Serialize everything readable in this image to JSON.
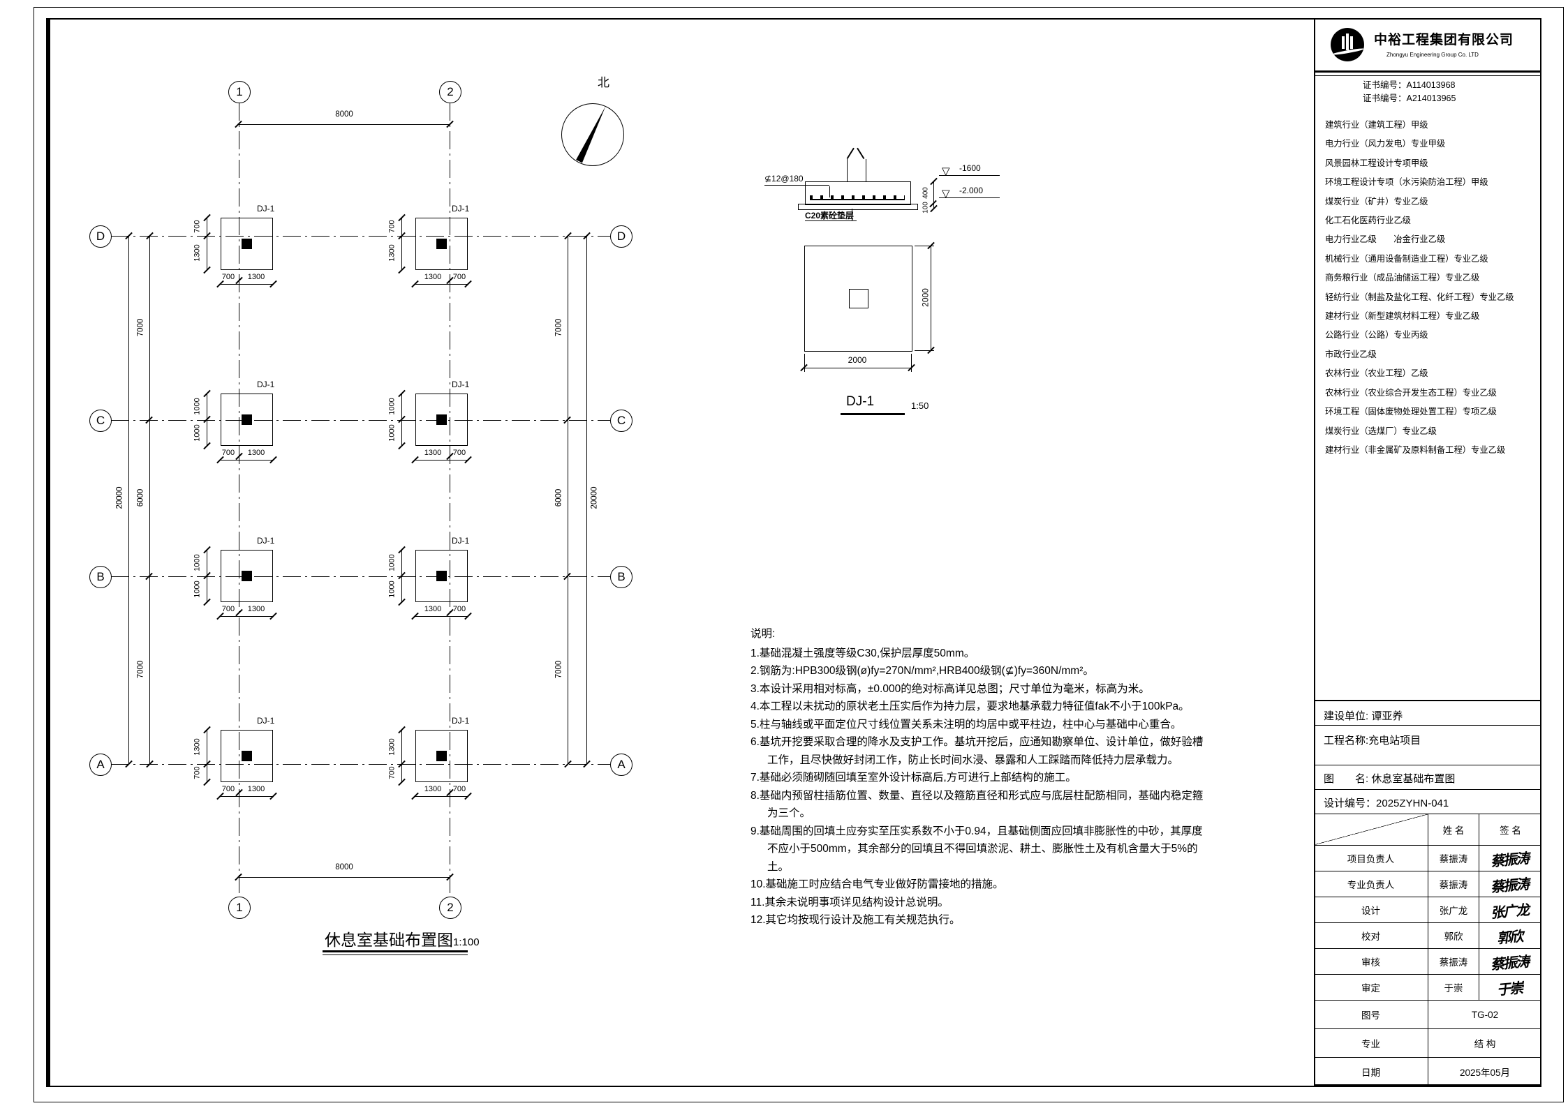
{
  "plan": {
    "title": "休息室基础布置图",
    "scale": "1:100",
    "cols": [
      "1",
      "2"
    ],
    "rows": [
      "D",
      "C",
      "B",
      "A"
    ],
    "dim_top": "8000",
    "dim_bottom": "8000",
    "left_chain": [
      "7000",
      "6000",
      "7000"
    ],
    "left_total": "20000",
    "right_chain": [
      "7000",
      "6000",
      "7000"
    ],
    "right_total": "20000",
    "north_label": "北",
    "footings": [
      {
        "label": "DJ-1",
        "h": [
          "700",
          "1300"
        ],
        "v": [
          "700",
          "1300"
        ]
      },
      {
        "label": "DJ-1",
        "h": [
          "1300",
          "700"
        ],
        "v": [
          "700",
          "1300"
        ]
      },
      {
        "label": "DJ-1",
        "h": [
          "700",
          "1300"
        ],
        "v": [
          "1000",
          "1000"
        ]
      },
      {
        "label": "DJ-1",
        "h": [
          "1300",
          "700"
        ],
        "v": [
          "1000",
          "1000"
        ]
      },
      {
        "label": "DJ-1",
        "h": [
          "700",
          "1300"
        ],
        "v": [
          "1000",
          "1000"
        ]
      },
      {
        "label": "DJ-1",
        "h": [
          "1300",
          "700"
        ],
        "v": [
          "1000",
          "1000"
        ]
      },
      {
        "label": "DJ-1",
        "h": [
          "700",
          "1300"
        ],
        "v": [
          "1300",
          "700"
        ]
      },
      {
        "label": "DJ-1",
        "h": [
          "1300",
          "700"
        ],
        "v": [
          "1300",
          "700"
        ]
      }
    ]
  },
  "section": {
    "rebar_label": "⊈12@180",
    "cushion_label": "C20素砼垫层",
    "level_top": "-1600",
    "level_bottom": "-2.000",
    "dim_400": "400",
    "dim_100": "100"
  },
  "detail": {
    "title": "DJ-1",
    "scale": "1:50",
    "dim_w": "2000",
    "dim_h": "2000"
  },
  "notes": {
    "heading": "说明:",
    "items": [
      "1.基础混凝土强度等级C30,保护层厚度50mm。",
      "2.钢筋为:HPB300级钢(ø)fy=270N/mm²,HRB400级钢(⊈)fy=360N/mm²。",
      "3.本设计采用相对标高，±0.000的绝对标高详见总图；尺寸单位为毫米，标高为米。",
      "4.本工程以未扰动的原状老土压实后作为持力层，要求地基承载力特征值fak不小于100kPa。",
      "5.柱与轴线或平面定位尺寸线位置关系未注明的均居中或平柱边，柱中心与基础中心重合。",
      "6.基坑开挖要采取合理的降水及支护工作。基坑开挖后，应通知勘察单位、设计单位，做好验槽工作，且尽快做好封闭工作，防止长时间水浸、暴露和人工踩踏而降低持力层承载力。",
      "7.基础必须随砌随回填至室外设计标高后,方可进行上部结构的施工。",
      "8.基础内预留柱插筋位置、数量、直径以及箍筋直径和形式应与底层柱配筋相同，基础内稳定箍为三个。",
      "9.基础周围的回填土应夯实至压实系数不小于0.94，且基础侧面应回填非膨胀性的中砂，其厚度不应小于500mm，其余部分的回填且不得回填淤泥、耕土、膨胀性土及有机含量大于5%的土。",
      "10.基础施工时应结合电气专业做好防雷接地的措施。",
      "11.其余未说明事项详见结构设计总说明。",
      "12.其它均按现行设计及施工有关规范执行。"
    ]
  },
  "titleblock": {
    "company": "中裕工程集团有限公司",
    "company_en": "Zhongyu Engineering Group Co. LTD",
    "certs": [
      {
        "label": "证书编号：",
        "value": "A114013968"
      },
      {
        "label": "证书编号：",
        "value": "A214013965"
      }
    ],
    "qualifications": [
      "建筑行业（建筑工程）甲级",
      "电力行业（风力发电）专业甲级",
      "风景园林工程设计专项甲级",
      "环境工程设计专项（水污染防治工程）甲级",
      "煤炭行业（矿井）专业乙级",
      "化工石化医药行业乙级",
      "电力行业乙级　　冶金行业乙级",
      "机械行业（通用设备制造业工程）专业乙级",
      "商务粮行业（成品油储运工程）专业乙级",
      "轻纺行业（制盐及盐化工程、化纤工程）专业乙级",
      "建材行业（新型建筑材料工程）专业乙级",
      "公路行业（公路）专业丙级",
      "市政行业乙级",
      "农林行业（农业工程）乙级",
      "农林行业（农业综合开发生态工程）专业乙级",
      "环境工程（固体废物处理处置工程）专项乙级",
      "煤炭行业（选煤厂）专业乙级",
      "建材行业（非金属矿及原料制备工程）专业乙级"
    ],
    "project": {
      "owner_label": "建设单位: ",
      "owner": "谭亚养",
      "name_label": "工程名称:",
      "name": "充电站项目",
      "drawing_label": "图　　名: ",
      "drawing": "休息室基础布置图",
      "design_no_label": "设计编号：",
      "design_no": "2025ZYHN-041"
    },
    "table": {
      "col_name": "姓  名",
      "col_sign": "签  名",
      "rows": [
        {
          "role": "项目负责人",
          "name": "蔡振涛",
          "sign": "蔡振涛"
        },
        {
          "role": "专业负责人",
          "name": "蔡振涛",
          "sign": "蔡振涛"
        },
        {
          "role": "设计",
          "name": "张广龙",
          "sign": "张广龙"
        },
        {
          "role": "校对",
          "name": "郭欣",
          "sign": "郭欣"
        },
        {
          "role": "审核",
          "name": "蔡振涛",
          "sign": "蔡振涛"
        },
        {
          "role": "审定",
          "name": "于崇",
          "sign": "于崇"
        }
      ],
      "meta": [
        {
          "label": "图号",
          "value": "TG-02"
        },
        {
          "label": "专业",
          "value": "结  构"
        },
        {
          "label": "日期",
          "value": "2025年05月"
        }
      ]
    }
  }
}
